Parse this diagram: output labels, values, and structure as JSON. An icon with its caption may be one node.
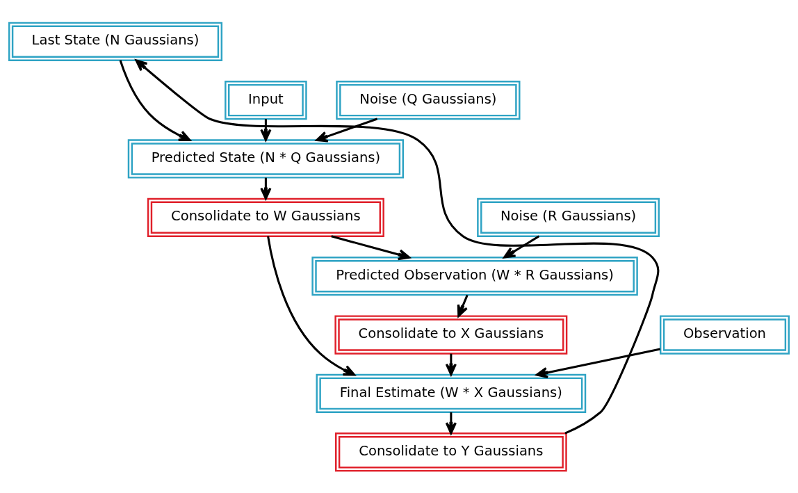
{
  "diagram": {
    "nodes": [
      {
        "text": [
          "Last State (N Gaussians)"
        ]
      },
      {
        "text": [
          "Input"
        ]
      },
      {
        "text": [
          "Noise (Q Gaussians)"
        ]
      },
      {
        "text": [
          "Predicted State (N * Q Gaussians)"
        ]
      },
      {
        "text": [
          "Consolidate to W Gaussians"
        ]
      },
      {
        "text": [
          "Noise (R Gaussians)"
        ]
      },
      {
        "text": [
          "Predicted Observation (W * R Gaussians)"
        ]
      },
      {
        "text": [
          "Observation"
        ]
      },
      {
        "text": [
          "Consolidate to X Gaussians"
        ]
      },
      {
        "text": [
          "Final Estimate (W * X Gaussians)"
        ]
      },
      {
        "text": [
          "Consolidate to Y Gaussians"
        ]
      }
    ],
    "edges": [
      {
        "from": 0,
        "to": 3,
        "arrow": "to"
      },
      {
        "from": 1,
        "to": 3,
        "arrow": "to"
      },
      {
        "from": 2,
        "to": 3,
        "arrow": "to"
      },
      {
        "from": 3,
        "to": 4,
        "arrow": "to"
      },
      {
        "from": 4,
        "to": 6,
        "arrow": "to"
      },
      {
        "from": 5,
        "to": 6,
        "arrow": "to"
      },
      {
        "from": 6,
        "to": 8,
        "arrow": "to"
      },
      {
        "from": 4,
        "to": 9,
        "arrow": "to"
      },
      {
        "from": 7,
        "to": 9,
        "arrow": "to"
      },
      {
        "from": 8,
        "to": 9,
        "arrow": "to"
      },
      {
        "from": 9,
        "to": 10,
        "arrow": "to"
      },
      {
        "from": 10,
        "to": 0,
        "arrow": "to"
      }
    ]
  }
}
